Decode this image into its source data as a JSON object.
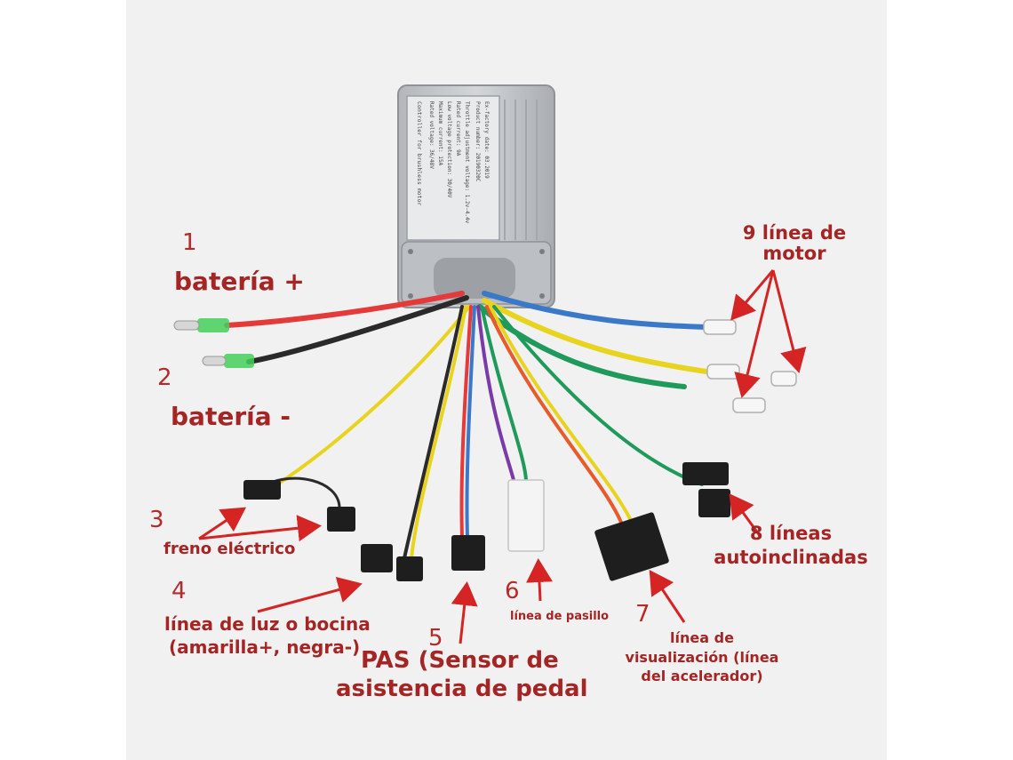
{
  "labels": {
    "n1": "1",
    "bateria_plus": "batería +",
    "n2": "2",
    "bateria_minus": "batería -",
    "n3": "3",
    "freno": "freno eléctrico",
    "n4": "4",
    "luz_line1": "línea de luz o bocina",
    "luz_line2": "(amarilla+, negra-)",
    "n5": "5",
    "pas_line1": "PAS (Sensor de",
    "pas_line2": "asistencia de pedal",
    "n6": "6",
    "pasillo": "línea de pasillo",
    "n7": "7",
    "vis_line1": "línea de",
    "vis_line2": "visualización (línea",
    "vis_line3": "del acelerador)",
    "motor_line1": "9 línea de",
    "motor_line2": "motor",
    "auto_line1": "8 líneas",
    "auto_line2": "autoinclinadas"
  },
  "controller_label": {
    "header": "Controller for brushless motor",
    "rows": [
      "Rated voltage:           36/48V",
      "Maximum current:           15A",
      "Low voltage protection:  30/40V",
      "Rated current:              9A",
      "Throttle adjustment voltage: 1.2v-4.4v",
      "Product number:       20190320C",
      "Ex-factory date:        03.2019"
    ]
  },
  "colors": {
    "label_red": "#a52525",
    "wire_red": "#e53a3a",
    "wire_black": "#2a2a2a",
    "wire_blue": "#3a78c8",
    "wire_yellow": "#e8d41e",
    "wire_green": "#1f9a5a",
    "wire_purple": "#7a3aa8",
    "housing": "#c3c7cb"
  }
}
